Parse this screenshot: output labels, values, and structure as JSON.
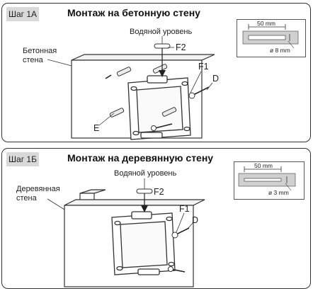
{
  "panel_a": {
    "step_label": "Шаг 1А",
    "title": "Монтаж на бетонную стену",
    "level_label": "Водяной уровень",
    "wall_label_line1": "Бетонная",
    "wall_label_line2": "стена",
    "callouts": {
      "f2": "F2",
      "f1": "F1",
      "d": "D",
      "e": "E"
    },
    "inset": {
      "width_label": "50 mm",
      "hole_label": "ø 8 mm"
    }
  },
  "panel_b": {
    "step_label": "Шаг 1Б",
    "title": "Монтаж на деревянную стену",
    "level_label": "Водяной уровень",
    "wall_label_line1": "Деревянная",
    "wall_label_line2": "стена",
    "callouts": {
      "f2": "F2",
      "f1": "F1",
      "d": "D"
    },
    "inset": {
      "width_label": "50 mm",
      "hole_label": "ø 3 mm"
    }
  }
}
